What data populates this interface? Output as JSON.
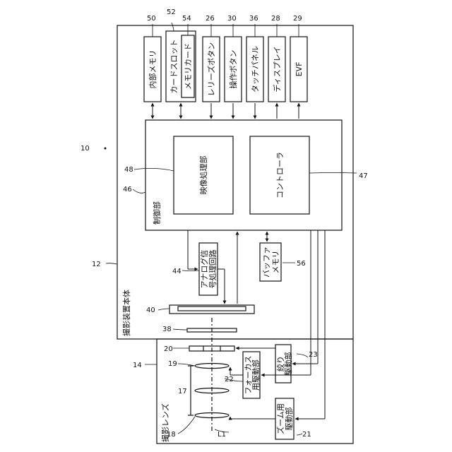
{
  "refs": {
    "r10": "10",
    "r12": "12",
    "r14": "14",
    "r50": "50",
    "r52": "52",
    "r54": "54",
    "r26": "26",
    "r30": "30",
    "r36": "36",
    "r28": "28",
    "r29": "29",
    "r48": "48",
    "r46": "46",
    "r47": "47",
    "r44": "44",
    "r56": "56",
    "r40": "40",
    "r38": "38",
    "r20": "20",
    "r19": "19",
    "r17": "17",
    "r18": "18",
    "r22": "22",
    "r23": "23",
    "r21": "21",
    "rL1": "L1"
  },
  "labels": {
    "camera_body": "撮影装置本体",
    "lens": "撮影レンズ",
    "internal_memory": "内部メモリ",
    "card_slot": "カードスロット",
    "memory_card": "メモリカード",
    "release_button": "レリーズボタン",
    "operation_button": "操作ボタン",
    "touch_panel": "タッチパネル",
    "display": "ディスプレイ",
    "evf": "EVF",
    "control_unit": "制御部",
    "image_processing": "映像処理部",
    "controller": "コントローラ",
    "analog_line1": "アナログ信",
    "analog_line2": "号処理回路",
    "buffer_line1": "バッファ",
    "buffer_line2": "メモリ",
    "focus_line1": "フォーカス",
    "focus_line2": "用駆動部",
    "aperture_line1": "絞り",
    "aperture_line2": "駆動部",
    "zoom_line1": "ズーム用",
    "zoom_line2": "駆動部"
  }
}
